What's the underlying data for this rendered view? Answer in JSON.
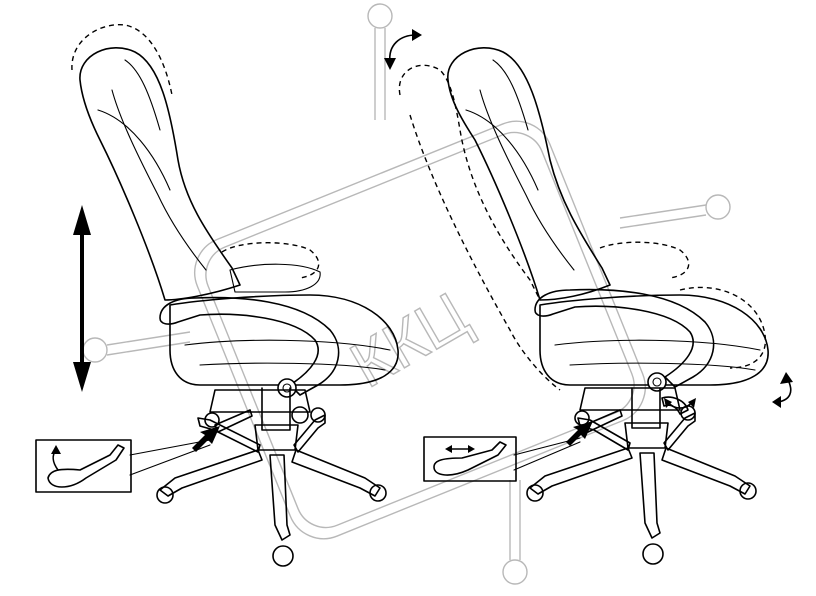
{
  "watermark": {
    "text": "ККЦ",
    "color": "#b8b8b8"
  },
  "figures": [
    {
      "id": "height-adjust",
      "icon": "office-chair-icon",
      "adjustment": "seat-height"
    },
    {
      "id": "tilt-adjust",
      "icon": "office-chair-icon",
      "adjustment": "backrest-tilt"
    }
  ],
  "insets": [
    {
      "id": "lever-lift",
      "icon": "lever-lift-icon"
    },
    {
      "id": "lever-push",
      "icon": "lever-slide-icon"
    }
  ],
  "colors": {
    "line": "#000000",
    "background": "#ffffff"
  }
}
